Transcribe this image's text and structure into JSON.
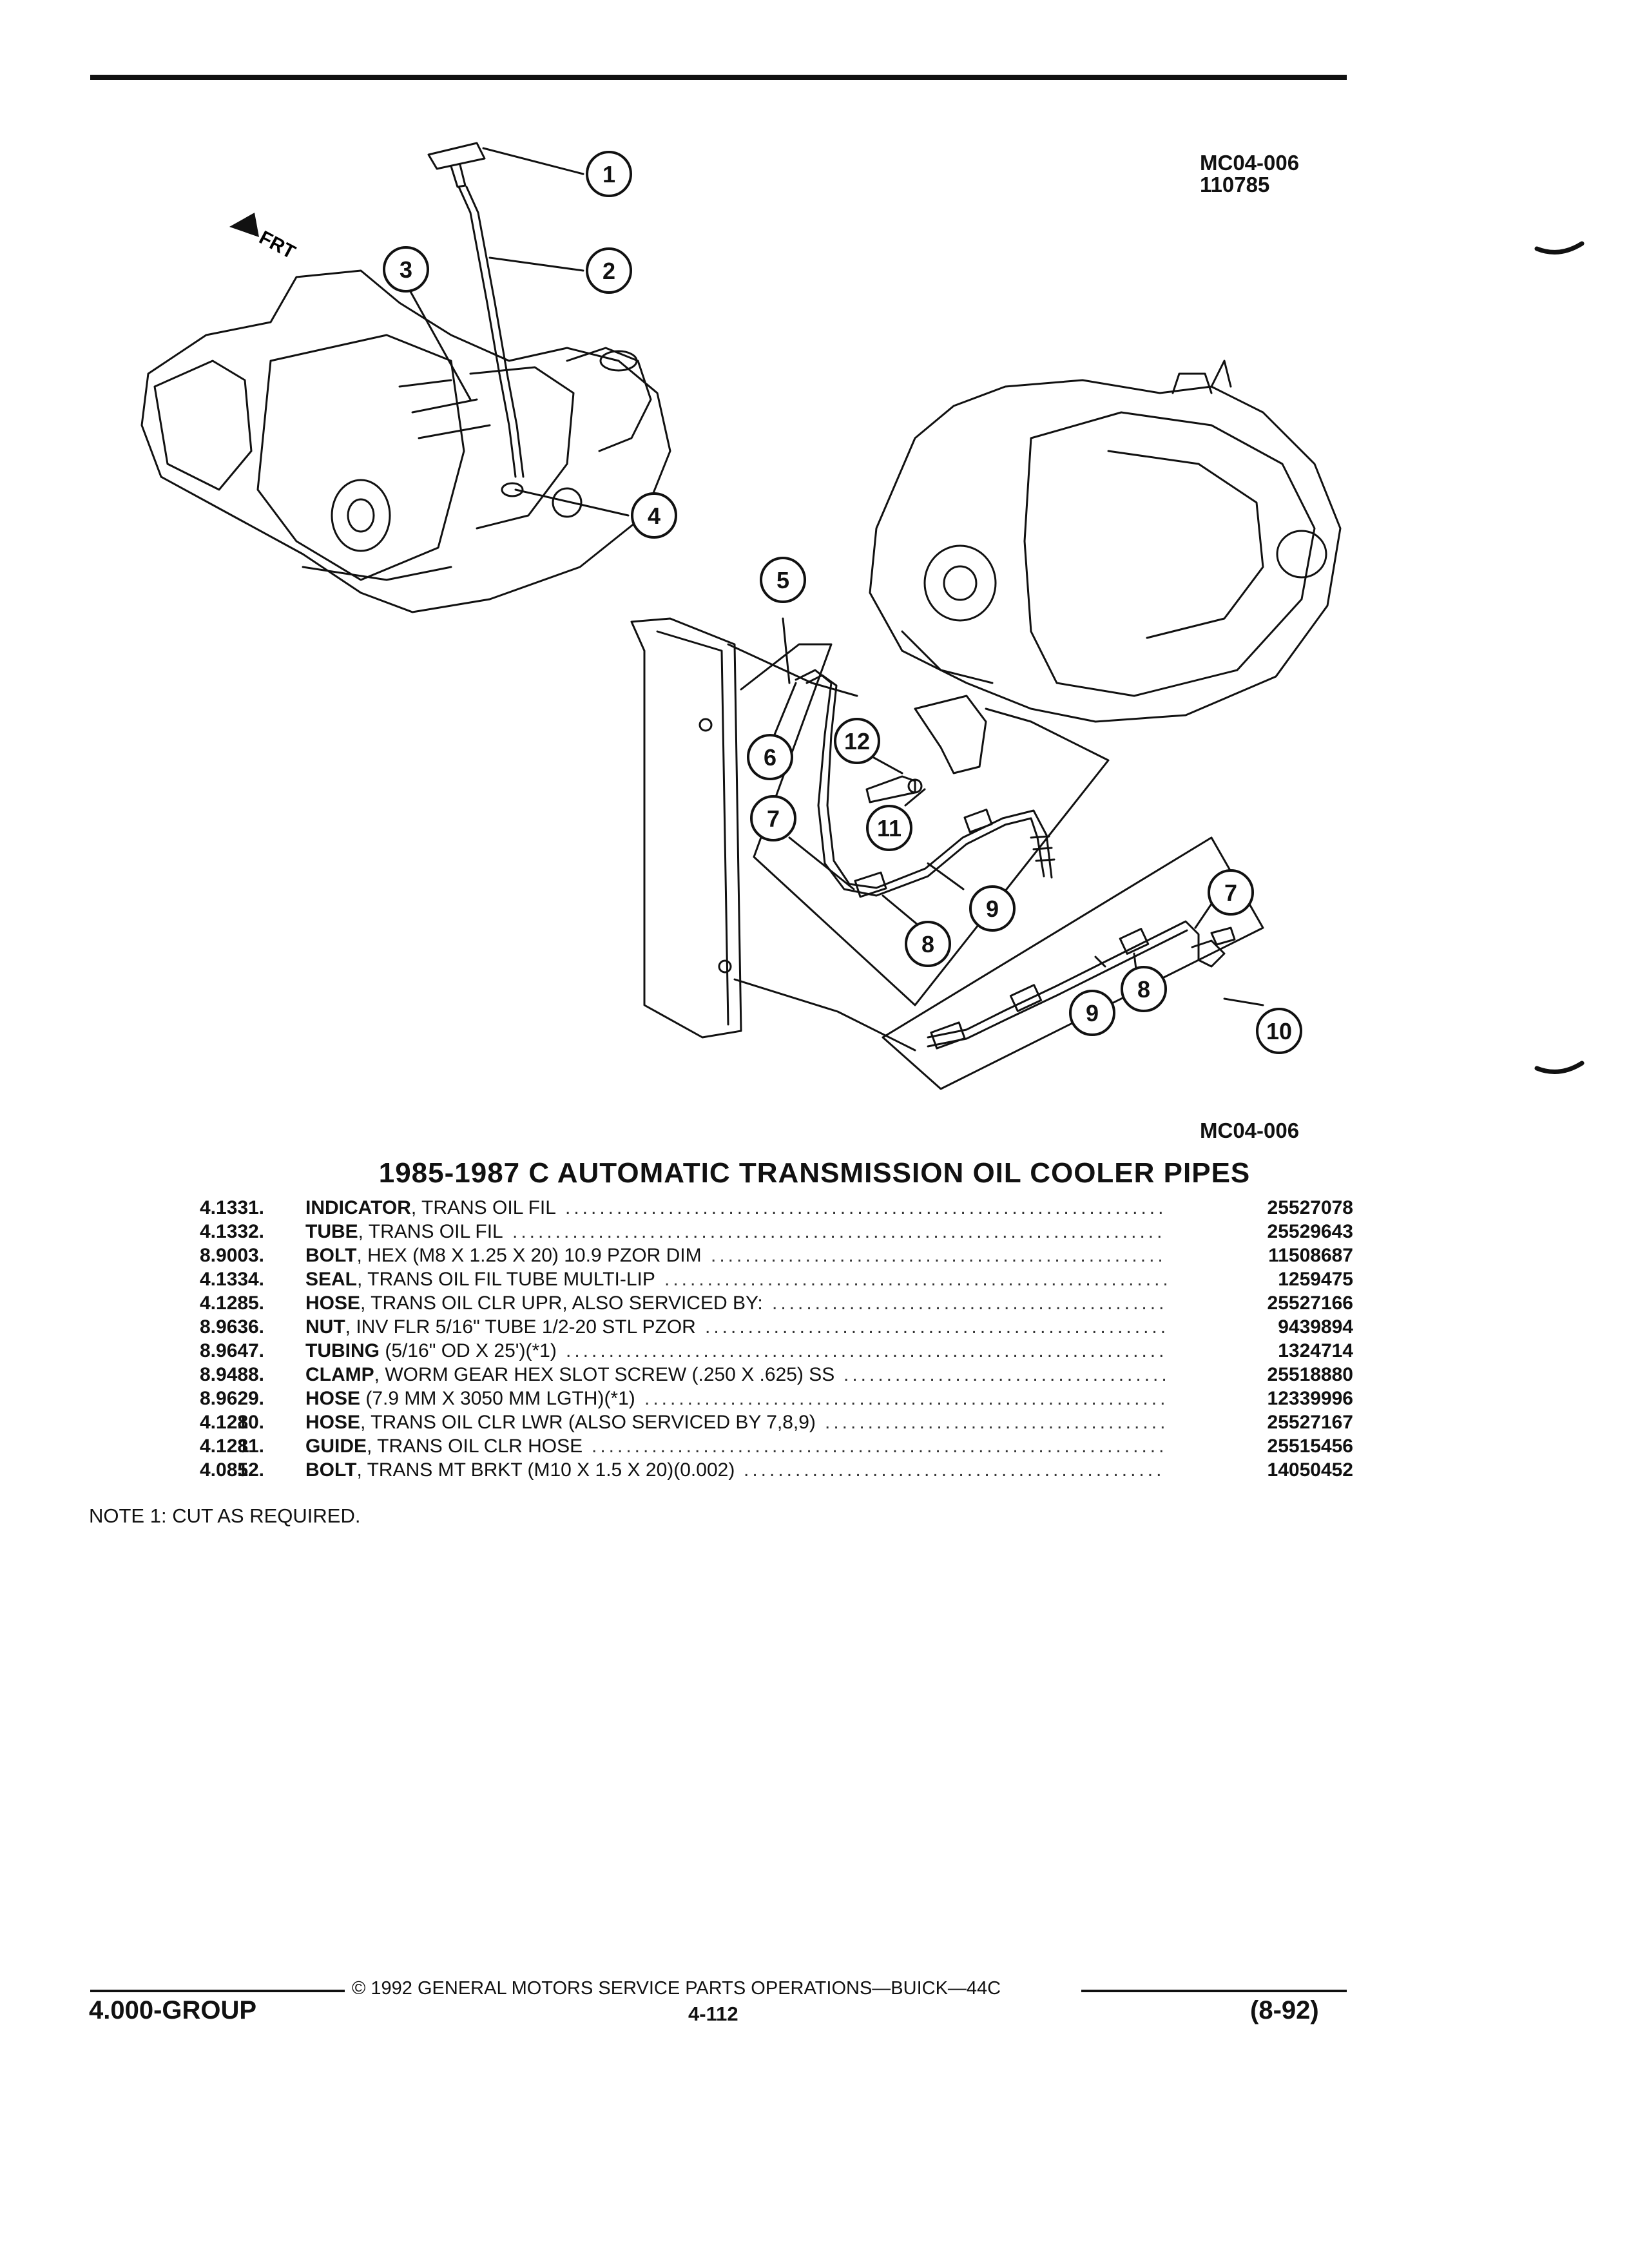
{
  "figure": {
    "id": "MC04-006",
    "code": "110785",
    "id_bottom": "MC04-006",
    "front_label": "FRT",
    "callouts": [
      "1",
      "2",
      "3",
      "4",
      "5",
      "6",
      "7",
      "8",
      "9",
      "10",
      "11",
      "12"
    ]
  },
  "title": "1985-1987 C AUTOMATIC TRANSMISSION OIL COOLER PIPES",
  "parts": [
    {
      "num": "1.",
      "group": "4.133",
      "name": "INDICATOR",
      "desc": ", TRANS OIL FIL",
      "part_no": "25527078"
    },
    {
      "num": "2.",
      "group": "4.133",
      "name": "TUBE",
      "desc": ", TRANS OIL FIL",
      "part_no": "25529643"
    },
    {
      "num": "3.",
      "group": "8.900",
      "name": "BOLT",
      "desc": ", HEX (M8 X 1.25 X 20) 10.9 PZOR DIM",
      "part_no": "11508687"
    },
    {
      "num": "4.",
      "group": "4.133",
      "name": "SEAL",
      "desc": ", TRANS OIL FIL TUBE MULTI-LIP",
      "part_no": "1259475"
    },
    {
      "num": "5.",
      "group": "4.128",
      "name": "HOSE",
      "desc": ", TRANS OIL CLR UPR, ALSO SERVICED BY:",
      "part_no": "25527166"
    },
    {
      "num": "6.",
      "group": "8.963",
      "name": "NUT",
      "desc": ", INV FLR 5/16\" TUBE 1/2-20 STL PZOR",
      "part_no": "9439894"
    },
    {
      "num": "7.",
      "group": "8.964",
      "name": "TUBING",
      "desc": " (5/16\" OD X 25')(*1)",
      "part_no": "1324714"
    },
    {
      "num": "8.",
      "group": "8.948",
      "name": "CLAMP",
      "desc": ", WORM GEAR HEX SLOT SCREW (.250 X .625) SS",
      "part_no": "25518880"
    },
    {
      "num": "9.",
      "group": "8.962",
      "name": "HOSE",
      "desc": " (7.9 MM X 3050 MM LGTH)(*1)",
      "part_no": "12339996"
    },
    {
      "num": "10.",
      "group": "4.128",
      "name": "HOSE",
      "desc": ", TRANS OIL CLR LWR (ALSO SERVICED BY 7,8,9)",
      "part_no": "25527167"
    },
    {
      "num": "11.",
      "group": "4.128",
      "name": "GUIDE",
      "desc": ", TRANS OIL CLR HOSE",
      "part_no": "25515456"
    },
    {
      "num": "12.",
      "group": "4.085",
      "name": "BOLT",
      "desc": ", TRANS MT BRKT (M10 X 1.5 X 20)(0.002)",
      "part_no": "14050452"
    }
  ],
  "note": "NOTE  1:  CUT AS REQUIRED.",
  "footer": {
    "copyright": "©  1992  GENERAL MOTORS SERVICE PARTS OPERATIONS—BUICK—44C",
    "group": "4.000-GROUP",
    "page": "4-112",
    "date": "(8-92)"
  }
}
